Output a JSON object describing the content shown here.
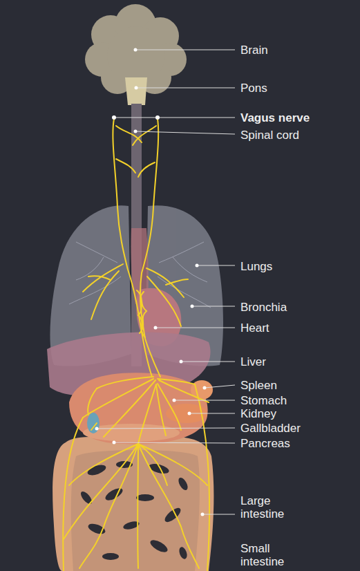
{
  "diagram": {
    "labels": [
      "Brain",
      "Pons",
      "Vagus nerve",
      "Spinal cord",
      "Lungs",
      "Bronchia",
      "Heart",
      "Liver",
      "Spleen",
      "Stomach",
      "Kidney",
      "Gallbladder",
      "Pancreas",
      "Large intestine",
      "Small intestine"
    ]
  }
}
